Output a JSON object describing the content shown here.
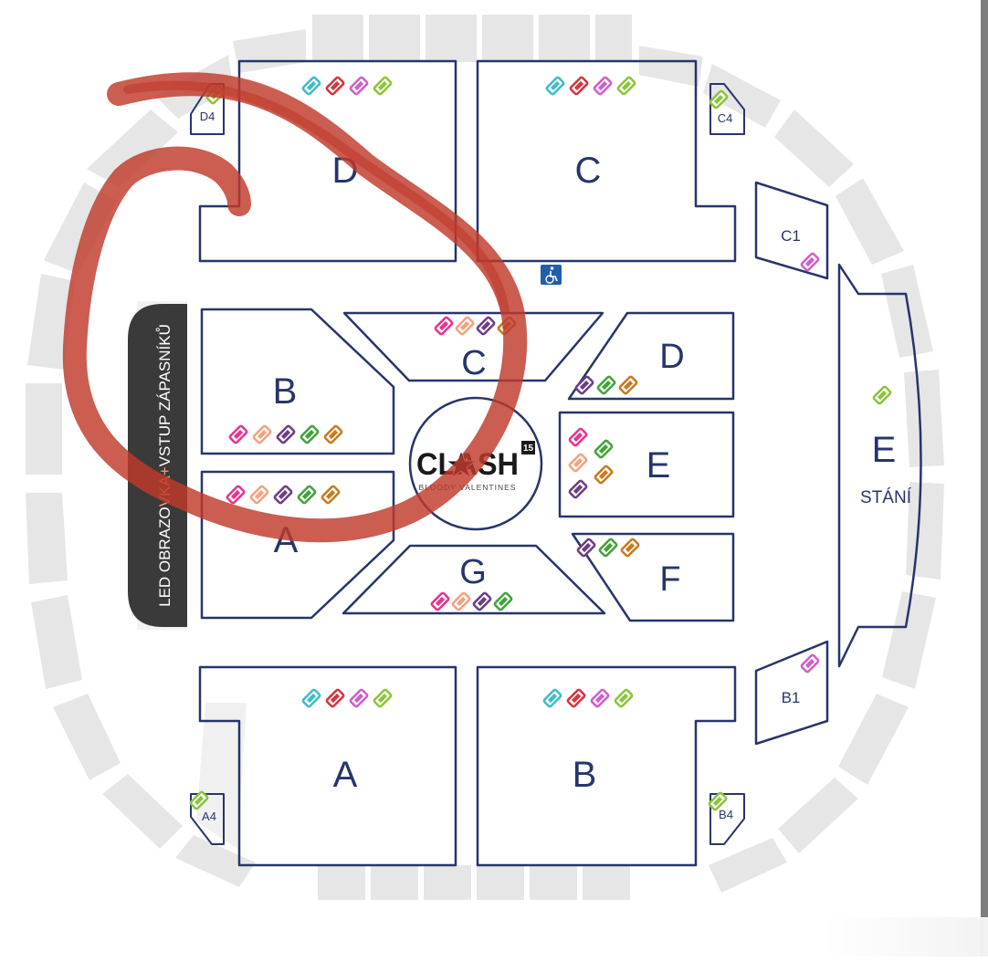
{
  "colors": {
    "navy": "#27356b",
    "bleacher": "#e6e6e6",
    "led_bar": "#3a3a3a",
    "led_accent": "#f4a27f",
    "marker": "#c0392b",
    "tickets": {
      "cyan": "#3fbcc8",
      "red": "#d8343f",
      "magenta": "#cf5fc9",
      "lime": "#8cc43c",
      "pink": "#e8338f",
      "peach": "#f4a27f",
      "purple": "#6d3f84",
      "green": "#43a33a",
      "orange": "#c87a1f"
    }
  },
  "led_bar": {
    "text_before": "LED OBRAZO",
    "text_accent": "VKA+",
    "text_after": "VSTUP ZÁPASNÍKŮ"
  },
  "logo": {
    "word": "CLASH",
    "badge": "15",
    "subtitle": "BLOODY VALENTINES",
    "icon": "star-icon"
  },
  "accessibility": {
    "icon": "wheelchair-icon"
  },
  "sections": [
    {
      "id": "upper-d",
      "label": "D",
      "tickets": [
        "cyan",
        "red",
        "magenta",
        "lime"
      ]
    },
    {
      "id": "upper-c",
      "label": "C",
      "tickets": [
        "cyan",
        "red",
        "magenta",
        "lime"
      ]
    },
    {
      "id": "upper-a",
      "label": "A",
      "tickets": [
        "cyan",
        "red",
        "magenta",
        "lime"
      ]
    },
    {
      "id": "upper-b",
      "label": "B",
      "tickets": [
        "cyan",
        "red",
        "magenta",
        "lime"
      ]
    },
    {
      "id": "d4",
      "label": "D4",
      "tickets": [
        "lime"
      ]
    },
    {
      "id": "c4",
      "label": "C4",
      "tickets": [
        "lime"
      ]
    },
    {
      "id": "a4",
      "label": "A4",
      "tickets": [
        "lime"
      ]
    },
    {
      "id": "b4",
      "label": "B4",
      "tickets": [
        "lime"
      ]
    },
    {
      "id": "c1",
      "label": "C1",
      "tickets": [
        "magenta"
      ]
    },
    {
      "id": "b1",
      "label": "B1",
      "tickets": [
        "magenta"
      ]
    },
    {
      "id": "floor-b",
      "label": "B",
      "tickets": [
        "pink",
        "peach",
        "purple",
        "green",
        "orange"
      ]
    },
    {
      "id": "floor-a",
      "label": "A",
      "tickets": [
        "pink",
        "peach",
        "purple",
        "green",
        "orange"
      ]
    },
    {
      "id": "floor-c",
      "label": "C",
      "tickets": [
        "pink",
        "peach",
        "purple",
        "orange"
      ]
    },
    {
      "id": "floor-g",
      "label": "G",
      "tickets": [
        "pink",
        "peach",
        "purple",
        "green"
      ]
    },
    {
      "id": "floor-d",
      "label": "D",
      "tickets": [
        "purple",
        "green",
        "orange"
      ]
    },
    {
      "id": "floor-e",
      "label": "E",
      "tickets": [
        "pink",
        "green",
        "peach",
        "orange",
        "purple"
      ]
    },
    {
      "id": "floor-f",
      "label": "F",
      "tickets": [
        "purple",
        "green",
        "orange"
      ]
    },
    {
      "id": "standing-e",
      "label": "E",
      "sublabel": "STÁNÍ",
      "tickets": [
        "lime"
      ]
    }
  ]
}
